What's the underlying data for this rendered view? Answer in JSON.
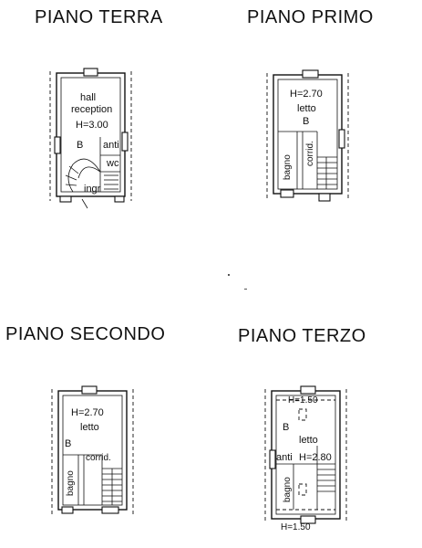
{
  "titles": {
    "ground": "PIANO TERRA",
    "first": "PIANO PRIMO",
    "second": "PIANO SECONDO",
    "third": "PIANO TERZO"
  },
  "ground": {
    "room_line1": "hall",
    "room_line2": "reception",
    "height": "H=3.00",
    "b": "B",
    "anti": "anti",
    "wc": "wc",
    "ingr": "ingr"
  },
  "first": {
    "height": "H=2.70",
    "room": "letto",
    "b": "B",
    "bagno": "bagno",
    "corrid": "corrid."
  },
  "second": {
    "height": "H=2.70",
    "room": "letto",
    "b": "B",
    "bagno": "bagno",
    "corrid": "corrid."
  },
  "third": {
    "height_top": "H=1.50",
    "b": "B",
    "room": "letto",
    "anti": "anti",
    "height_mid": "H=2.80",
    "bagno": "bagno",
    "height_bottom": "H=1.50"
  }
}
